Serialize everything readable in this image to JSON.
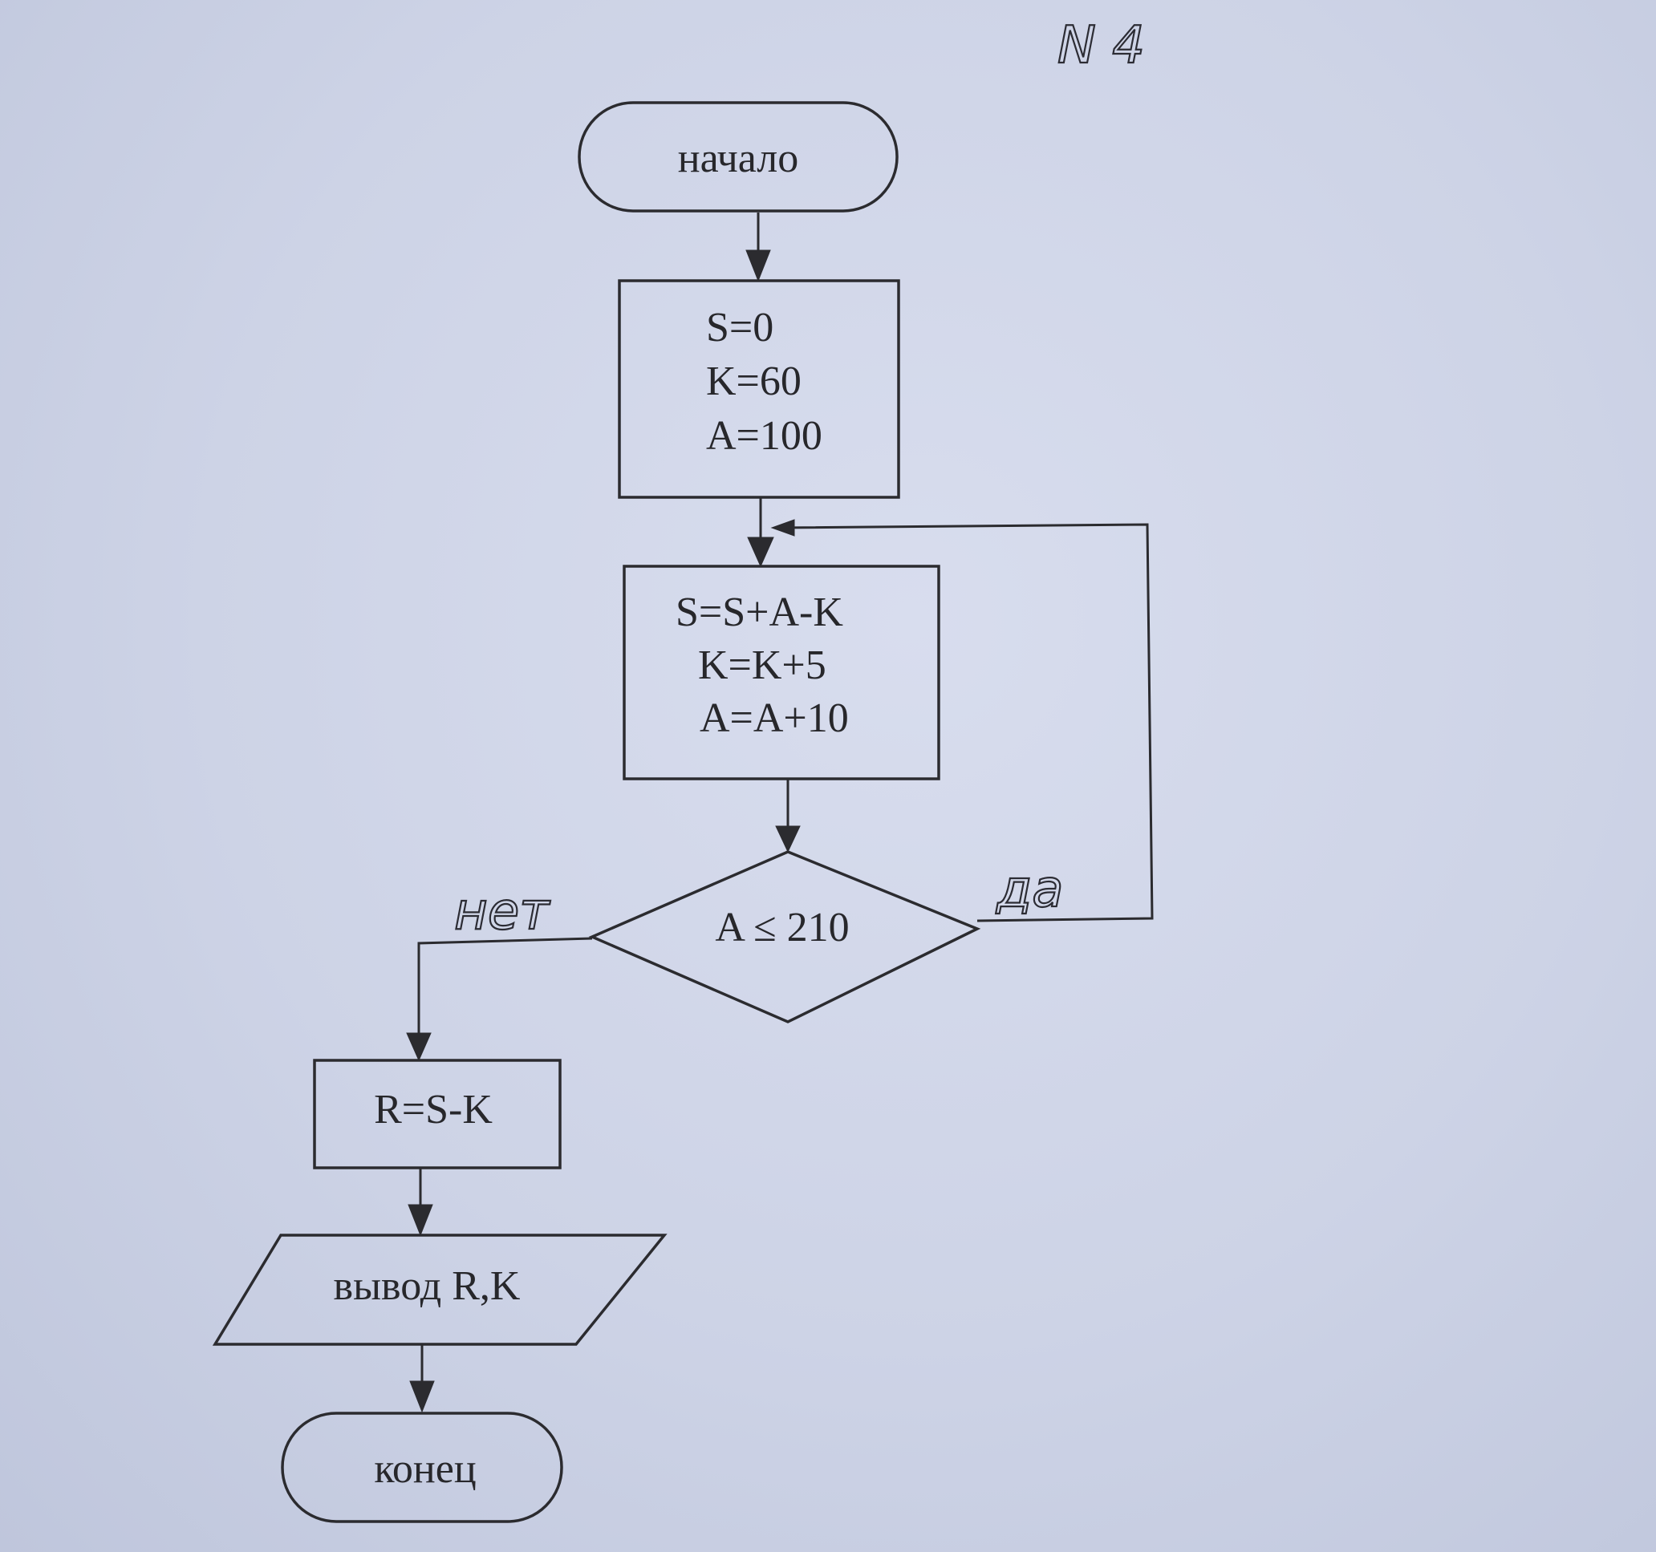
{
  "sheet_label": "N 4",
  "blocks": {
    "start": "начало",
    "init": [
      "S=0",
      "K=60",
      "A=100"
    ],
    "loop_body": [
      "S=S+A-K",
      "K=K+5",
      "A=A+10"
    ],
    "condition": "A ≤ 210",
    "compute": "R=S-K",
    "output": "вывод R,K",
    "end": "конец"
  },
  "branches": {
    "yes": "да",
    "no": "нет"
  }
}
